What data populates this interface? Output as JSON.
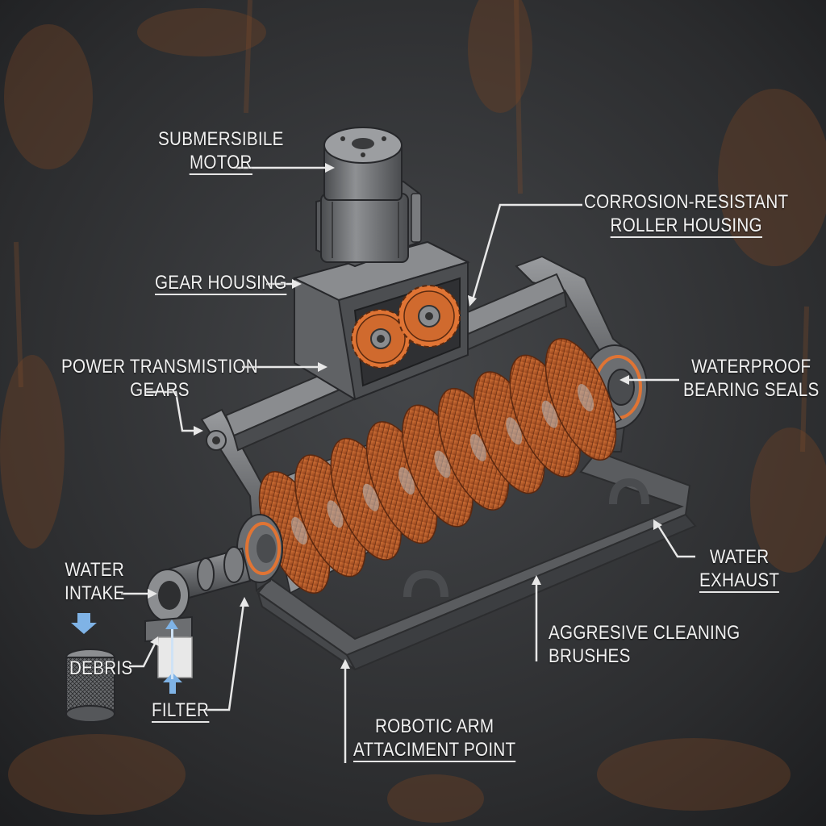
{
  "colors": {
    "background": "#2e2f31",
    "rust": "#6a4026",
    "metal": "#6f7174",
    "metal_dark": "#3c3e41",
    "brush": "#c8642c",
    "gear": "#e07434",
    "leader": "#e8e8e8",
    "water_arrow": "#7fb3e6"
  },
  "labels": {
    "submersible_motor": {
      "line1": "SUBMERSIBILE",
      "line2": "MOTOR"
    },
    "roller_housing": {
      "line1": "CORROSION-RESISTANT",
      "line2": "ROLLER HOUSING"
    },
    "gear_housing": {
      "line1": "GEAR HOUSING"
    },
    "power_gears": {
      "line1": "POWER TRANSMISTION",
      "line2": "GEARS"
    },
    "bearing_seals": {
      "line1": "WATERPROOF",
      "line2": "BEARING SEALS"
    },
    "water_exhaust": {
      "line1": "WATER",
      "line2": "EXHAUST"
    },
    "water_intake": {
      "line1": "WATER",
      "line2": "INTAKE"
    },
    "debris": {
      "line1": "DEBRIS"
    },
    "filter": {
      "line1": "FILTER"
    },
    "cleaning_brushes": {
      "line1": "AGGRESIVE CLEANING",
      "line2": "BRUSHES"
    },
    "arm_attachment": {
      "line1": "ROBOTIC ARM",
      "line2": "ATTACIMENT POINT"
    }
  }
}
